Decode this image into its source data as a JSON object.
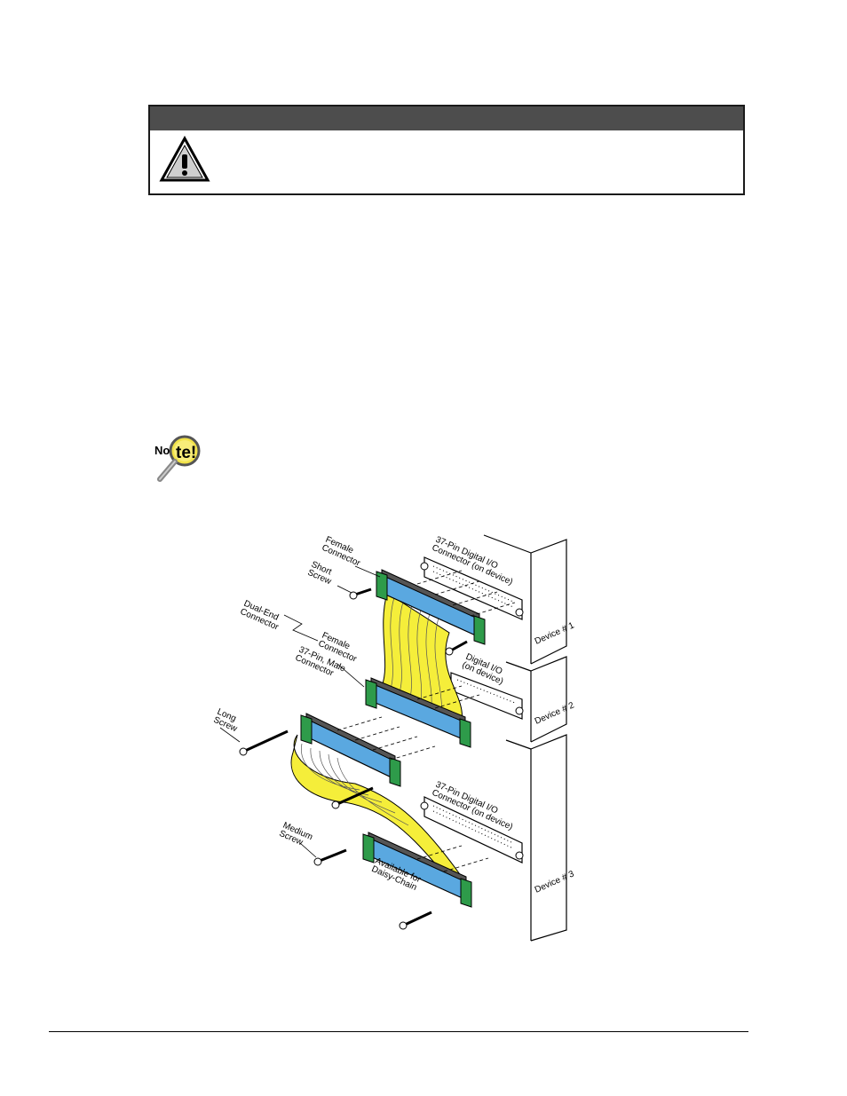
{
  "figure": {
    "labels": {
      "female_connector_top": [
        "Female",
        "Connector"
      ],
      "short_screw": [
        "Short",
        "Screw"
      ],
      "dual_end_connector": [
        "Dual-End",
        "Connector"
      ],
      "female_connector_mid": [
        "Female",
        "Connector"
      ],
      "male_connector": [
        "37-Pin, Male",
        "Connector"
      ],
      "long_screw": [
        "Long",
        "Screw"
      ],
      "medium_screw": [
        "Medium",
        "Screw"
      ],
      "daisy_chain": [
        "Available for",
        "Daisy-Chain"
      ],
      "dio_top": [
        "37-Pin Digital I/O",
        "Connector (on device)"
      ],
      "dio_mid": [
        "Digital I/O",
        "(on device)"
      ],
      "dio_bottom": [
        "37-Pin Digital I/O",
        "Connector (on device)"
      ],
      "device1": "Device # 1",
      "device2": "Device # 2",
      "device3": "Device # 3"
    },
    "colors": {
      "cable": "#f5ee3a",
      "connector": "#5aa8e0",
      "bracket": "#2e9b4a",
      "device": "#ffffff"
    }
  },
  "note_icon": {
    "text": "Note!"
  }
}
